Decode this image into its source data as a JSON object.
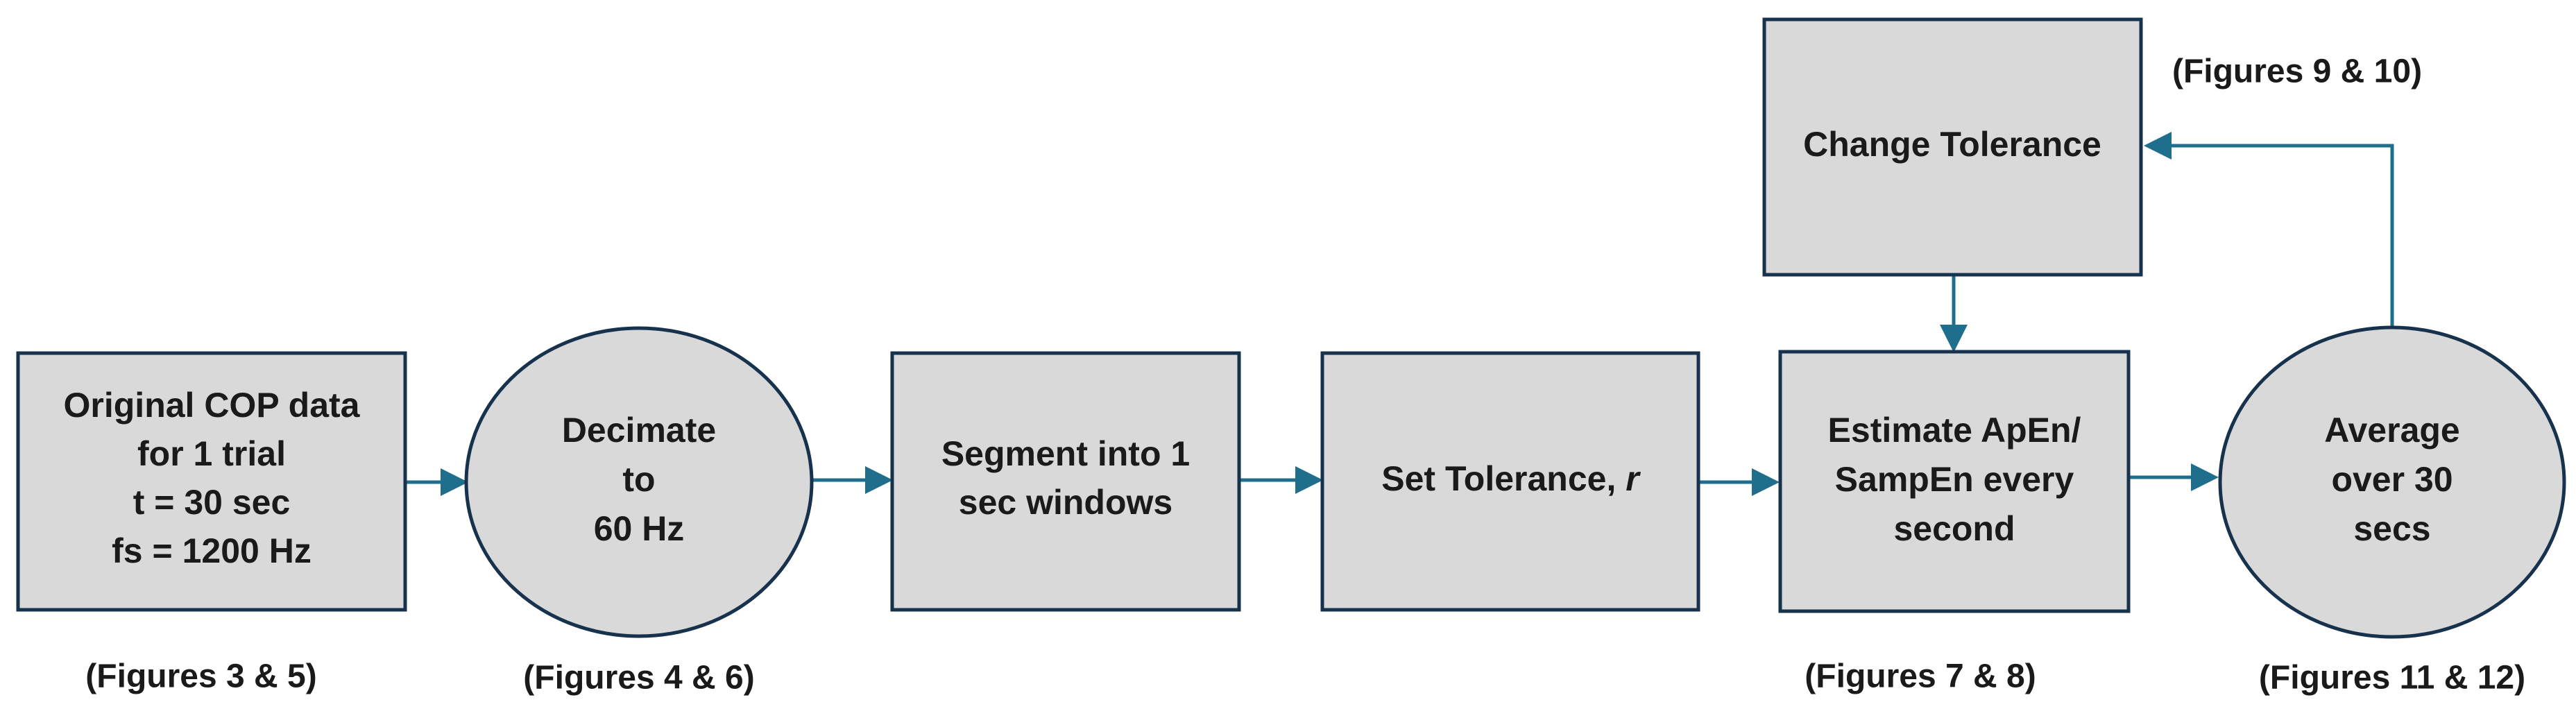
{
  "nodes": [
    {
      "id": "original",
      "shape": "rect",
      "lines": [
        "Original COP data",
        "for 1 trial",
        "t = 30 sec",
        "fs =  1200 Hz"
      ],
      "caption": "(Figures 3 & 5)"
    },
    {
      "id": "decimate",
      "shape": "ellipse",
      "lines": [
        "Decimate",
        "to",
        "60 Hz"
      ],
      "caption": "(Figures 4 & 6)"
    },
    {
      "id": "segment",
      "shape": "rect",
      "lines": [
        "Segment into 1",
        "sec windows"
      ],
      "caption": ""
    },
    {
      "id": "set-tolerance",
      "shape": "rect",
      "lines": [
        "Set Tolerance, "
      ],
      "italic_suffix": "r",
      "caption": ""
    },
    {
      "id": "estimate",
      "shape": "rect",
      "lines": [
        "Estimate ApEn/",
        "SampEn every",
        "second"
      ],
      "caption": "(Figures 7 & 8)"
    },
    {
      "id": "average",
      "shape": "ellipse",
      "lines": [
        "Average",
        "over 30",
        "secs"
      ],
      "caption": "(Figures 11 & 12)"
    },
    {
      "id": "change-tolerance",
      "shape": "rect",
      "lines": [
        "Change Tolerance"
      ],
      "caption": "(Figures 9 & 10)"
    }
  ],
  "edges": [
    {
      "from": "original",
      "to": "decimate"
    },
    {
      "from": "decimate",
      "to": "segment"
    },
    {
      "from": "segment",
      "to": "set-tolerance"
    },
    {
      "from": "set-tolerance",
      "to": "estimate"
    },
    {
      "from": "estimate",
      "to": "average"
    },
    {
      "from": "average",
      "to": "change-tolerance"
    },
    {
      "from": "change-tolerance",
      "to": "estimate"
    }
  ],
  "colors": {
    "node_fill": "#d9d9d9",
    "node_stroke": "#17324d",
    "arrow": "#1f6e8c"
  }
}
